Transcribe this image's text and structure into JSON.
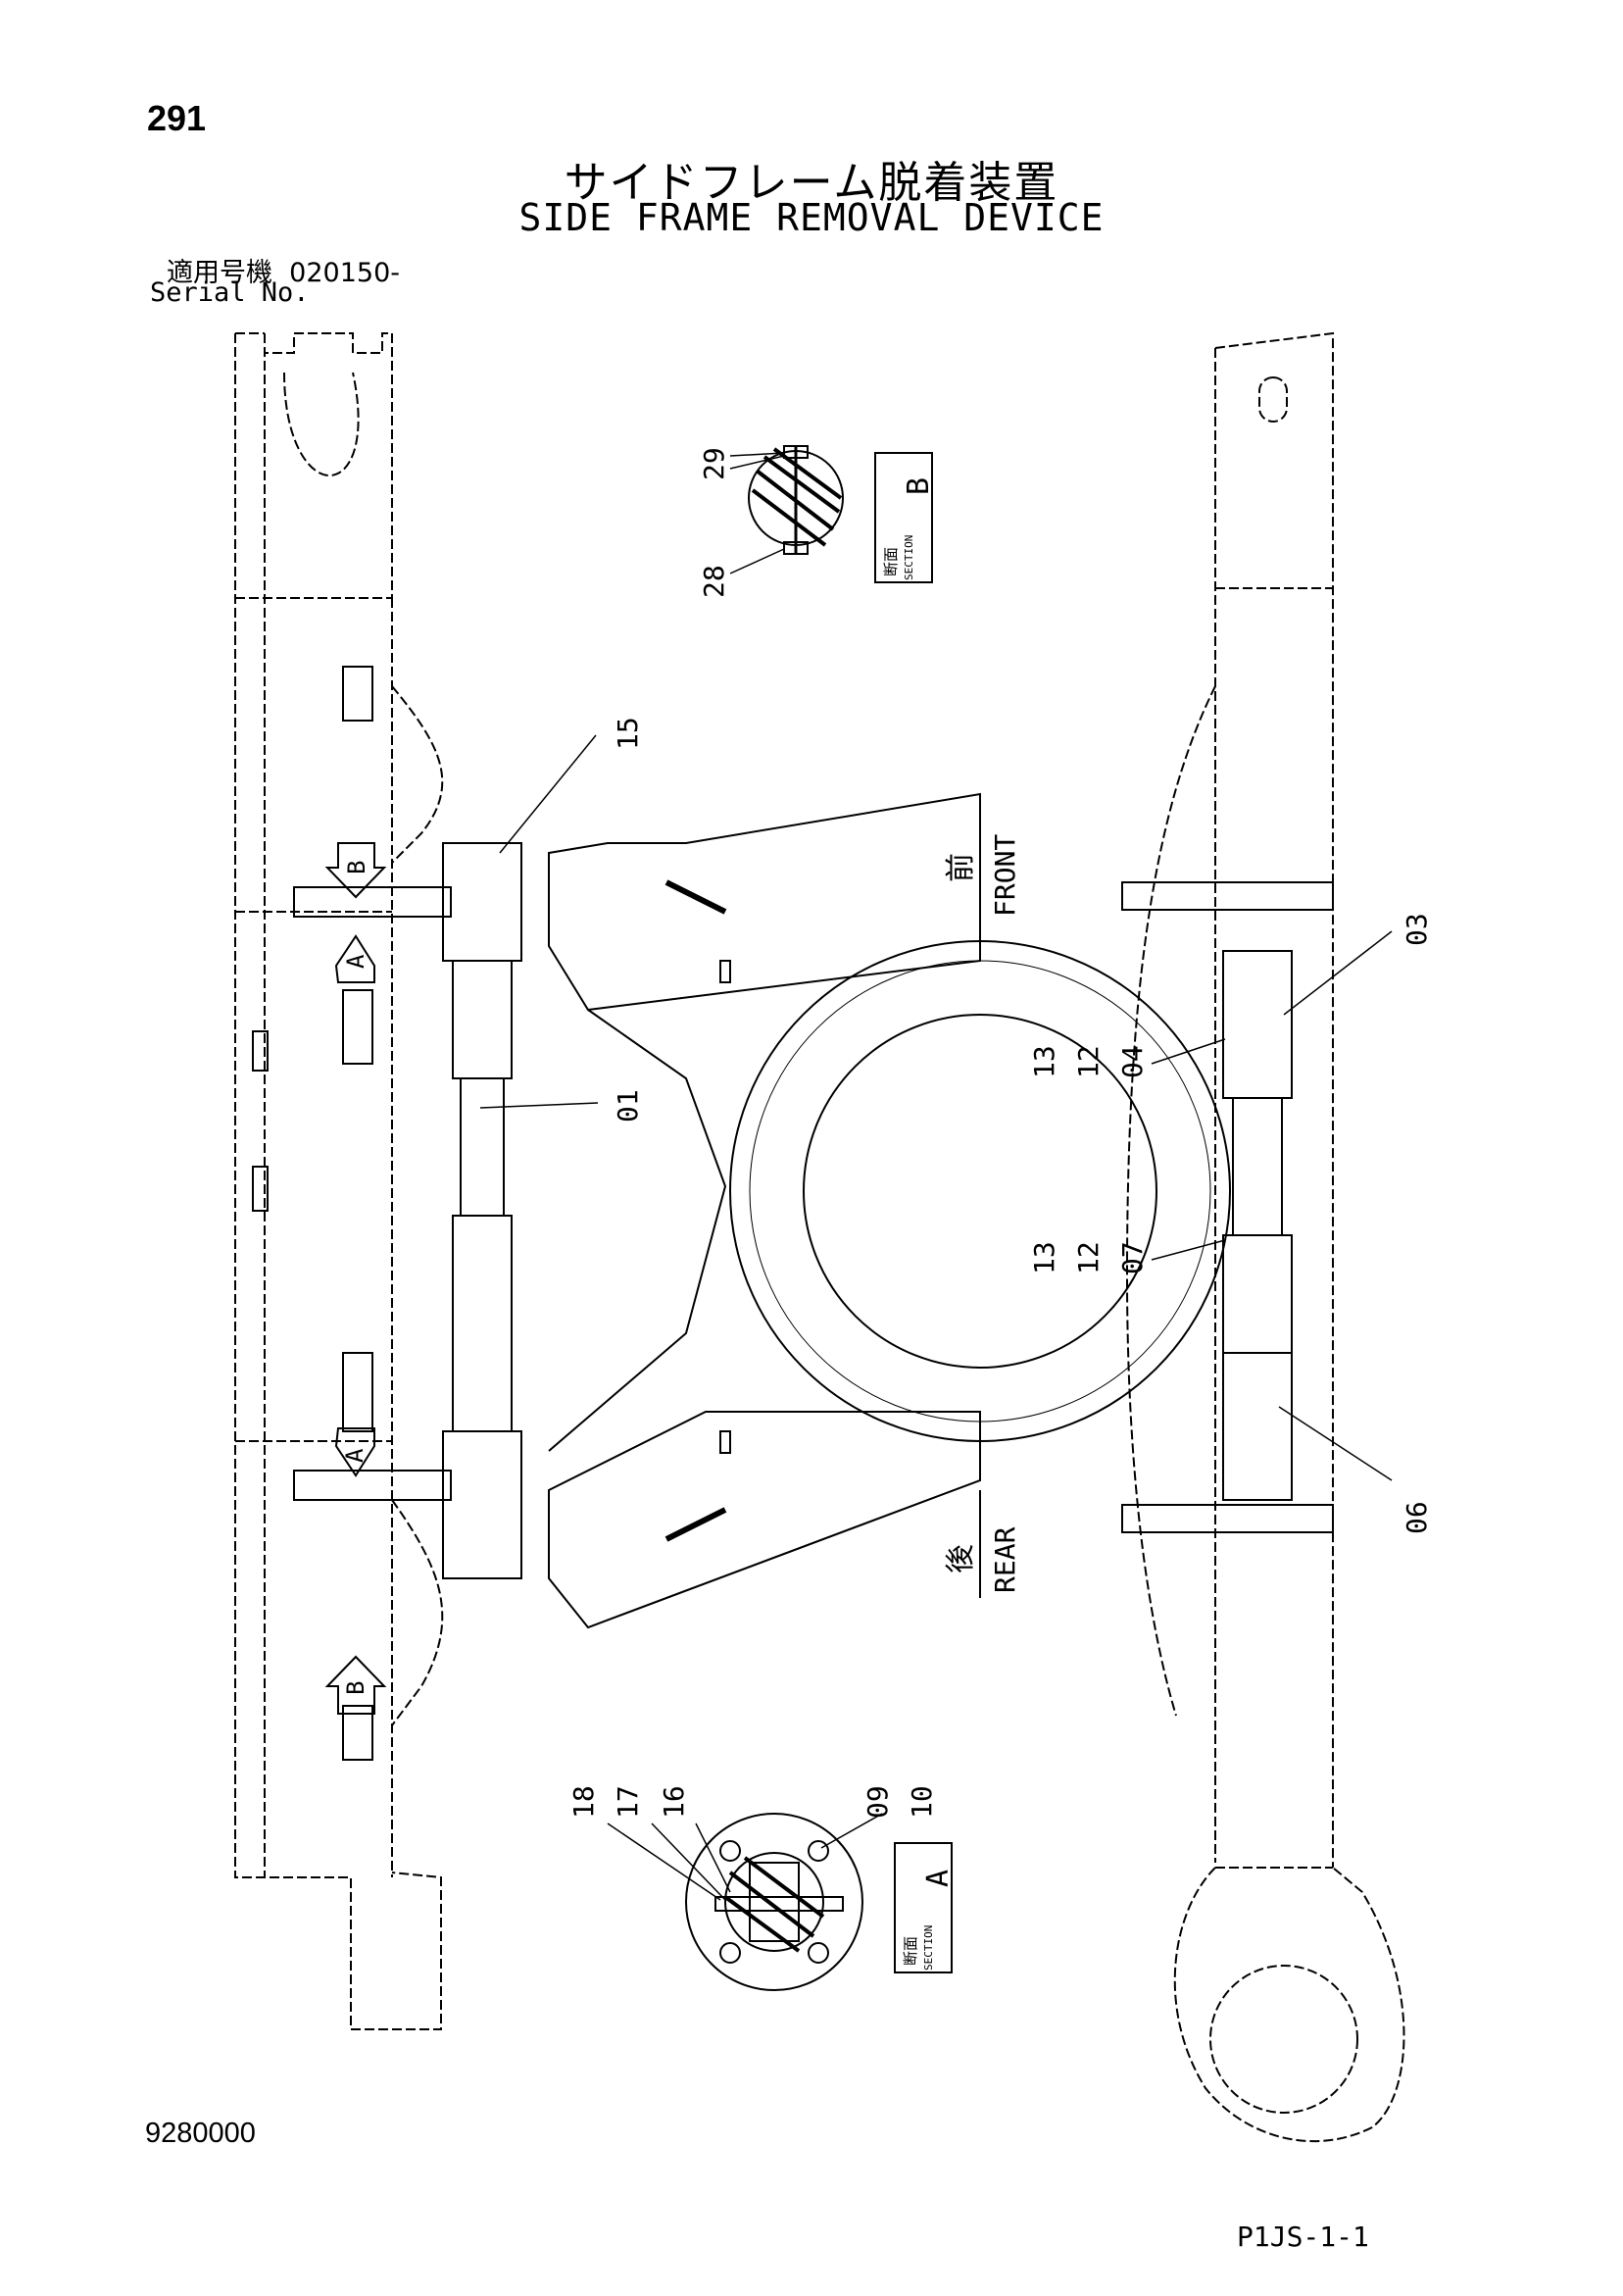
{
  "page": {
    "number": "291",
    "doc_number": "9280000",
    "figure_id": "P1JS-1-1"
  },
  "title": {
    "japanese": "サイドフレーム脱着装置",
    "english": "SIDE FRAME REMOVAL DEVICE"
  },
  "serial": {
    "label_jp": "適用号機",
    "value": "020150-",
    "label_en": "Serial No."
  },
  "directions": {
    "front_jp": "前",
    "front_en": "FRONT",
    "rear_jp": "後",
    "rear_en": "REAR"
  },
  "sections": {
    "a_letter": "A",
    "b_letter": "B",
    "label_jp": "断面",
    "label_en": "SECTION"
  },
  "callouts": {
    "c29": "29",
    "c28": "28",
    "c15": "15",
    "c01": "01",
    "c03": "03",
    "c04": "04",
    "c07": "07",
    "c06": "06",
    "c13a": "13",
    "c12a": "12",
    "c13b": "13",
    "c12b": "12",
    "c18": "18",
    "c17": "17",
    "c16": "16",
    "c09": "09",
    "c10": "10"
  }
}
